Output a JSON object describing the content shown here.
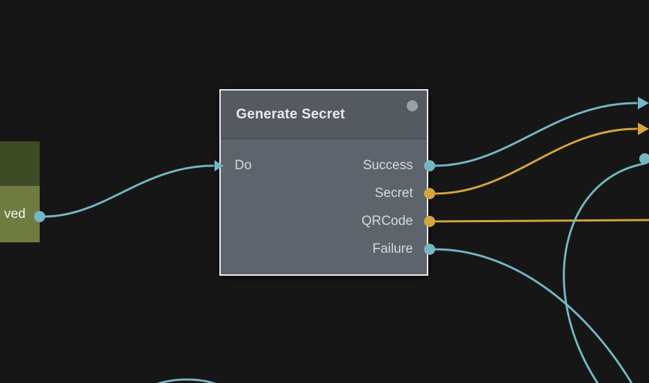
{
  "canvas": {
    "background": "#161616"
  },
  "palette": {
    "teal": "#74b7c4",
    "gold": "#d4a53e",
    "node_header": "#555a61",
    "node_body": "#5e646b",
    "node_border": "#eef0f1",
    "status_dot": "#9aa0a3",
    "green_dark": "#3e4c25",
    "green_olive": "#6f7b41"
  },
  "main_node": {
    "title": "Generate Secret",
    "inputs": [
      {
        "label": "Do",
        "color": "#74b7c4"
      }
    ],
    "outputs": [
      {
        "label": "Success",
        "color": "#74b7c4"
      },
      {
        "label": "Secret",
        "color": "#d4a53e"
      },
      {
        "label": "QRCode",
        "color": "#d4a53e"
      },
      {
        "label": "Failure",
        "color": "#74b7c4"
      }
    ]
  },
  "left_node": {
    "label": "ved",
    "port_color": "#74b7c4"
  },
  "wires": [
    {
      "name": "saved-to-do",
      "color": "#74b7c4"
    },
    {
      "name": "success-to-right",
      "color": "#74b7c4"
    },
    {
      "name": "secret-to-right",
      "color": "#d4a53e"
    },
    {
      "name": "qrcode-to-right",
      "color": "#d4a53e"
    },
    {
      "name": "failure-to-bottom",
      "color": "#74b7c4"
    },
    {
      "name": "right-edge-arc",
      "color": "#74b7c4"
    },
    {
      "name": "bottom-edge-arc",
      "color": "#74b7c4"
    }
  ]
}
